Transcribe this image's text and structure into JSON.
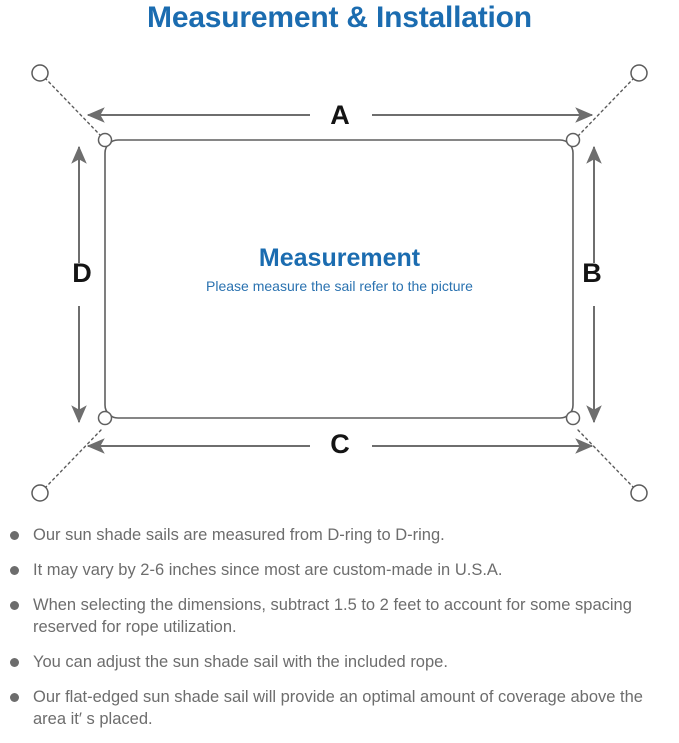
{
  "page": {
    "title": "Measurement & Installation",
    "title_color": "#1b6cb0",
    "background": "#ffffff"
  },
  "diagram": {
    "name": "sun-shade-sail-measurement-diagram",
    "center_title": "Measurement",
    "center_subtitle": "Please measure the sail refer to the picture",
    "accent_color": "#1b6cb0",
    "line_color": "#6e6e6e",
    "sail_outline_color": "#555555",
    "dimension_labels": {
      "top": "A",
      "right": "B",
      "bottom": "C",
      "left": "D"
    },
    "corner_rings": [
      {
        "name": "d-ring-top-left"
      },
      {
        "name": "d-ring-top-right"
      },
      {
        "name": "d-ring-bottom-right"
      },
      {
        "name": "d-ring-bottom-left"
      }
    ],
    "anchor_points": [
      {
        "name": "anchor-point-top-left"
      },
      {
        "name": "anchor-point-top-right"
      },
      {
        "name": "anchor-point-bottom-right"
      },
      {
        "name": "anchor-point-bottom-left"
      }
    ]
  },
  "notes": [
    "Our sun shade sails are measured from D-ring to D-ring.",
    "It may vary by 2-6 inches since most are custom-made in U.S.A.",
    "When selecting the dimensions, subtract 1.5 to 2 feet to account for some spacing reserved for rope utilization.",
    "You can adjust the sun shade sail with the included rope.",
    "Our flat-edged sun shade sail will provide an optimal amount of coverage above the area it′ s placed."
  ]
}
